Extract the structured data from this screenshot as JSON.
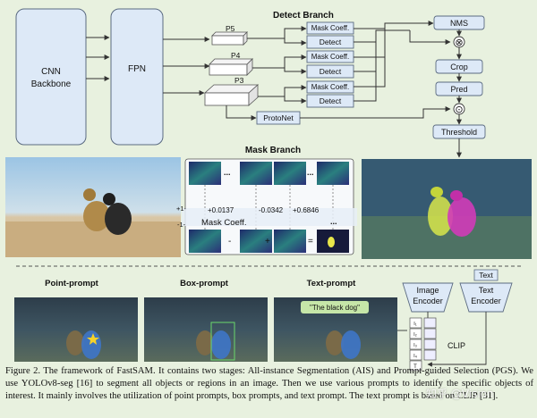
{
  "figure": {
    "detect_branch": {
      "title": "Detect Branch",
      "backbone": [
        "CNN",
        "Backbone"
      ],
      "fpn": "FPN",
      "levels": [
        "P5",
        "P4",
        "P3"
      ],
      "mask_coeff": "Mask Coeff.",
      "detect": "Detect",
      "protonet": "ProtoNet",
      "nms": "NMS",
      "crop": "Crop",
      "pred": "Pred",
      "threshold": "Threshold",
      "multiply_symbol": "⊗",
      "dot_symbol": "⊙"
    },
    "mask_branch": {
      "title": "Mask Branch",
      "coefficients": [
        "+0.0137",
        "-0.0342",
        "+0.6846"
      ],
      "ellipsis": "...",
      "mask_coeff_label": "Mask Coeff.",
      "plus_one": "+1-",
      "minus_one": "-1-",
      "ops": [
        "-",
        "+",
        "="
      ]
    },
    "prompts": {
      "point": "Point-prompt",
      "box": "Box-prompt",
      "text": "Text-prompt",
      "text_query": "\"The black dog\"",
      "image_encoder": [
        "Image",
        "Encoder"
      ],
      "text_encoder": [
        "Text",
        "Encoder"
      ],
      "text_input": "Text",
      "clip": "CLIP",
      "t_label": "T",
      "i_labels": [
        "I₁",
        "I₂",
        "I₃",
        "I₄"
      ]
    }
  },
  "caption": "Figure 2. The framework of FastSAM. It contains two stages: All-instance Segmentation (AIS) and Prompt-guided Selection (PGS). We use YOLOv8-seg [16] to segment all objects or regions in an image. Then we use various prompts to identify the specific objects of interest. It mainly involves the utilization of point prompts, box prompts, and text prompt. The text prompt is based on CLIP [31].",
  "watermark": "知乎 @Vision",
  "colors": {
    "background": "#e8f1df",
    "box_fill": "#dde9f7",
    "box_stroke": "#5a6a80",
    "mask_green": "#d8e64a",
    "mask_magenta": "#d23bb8"
  }
}
